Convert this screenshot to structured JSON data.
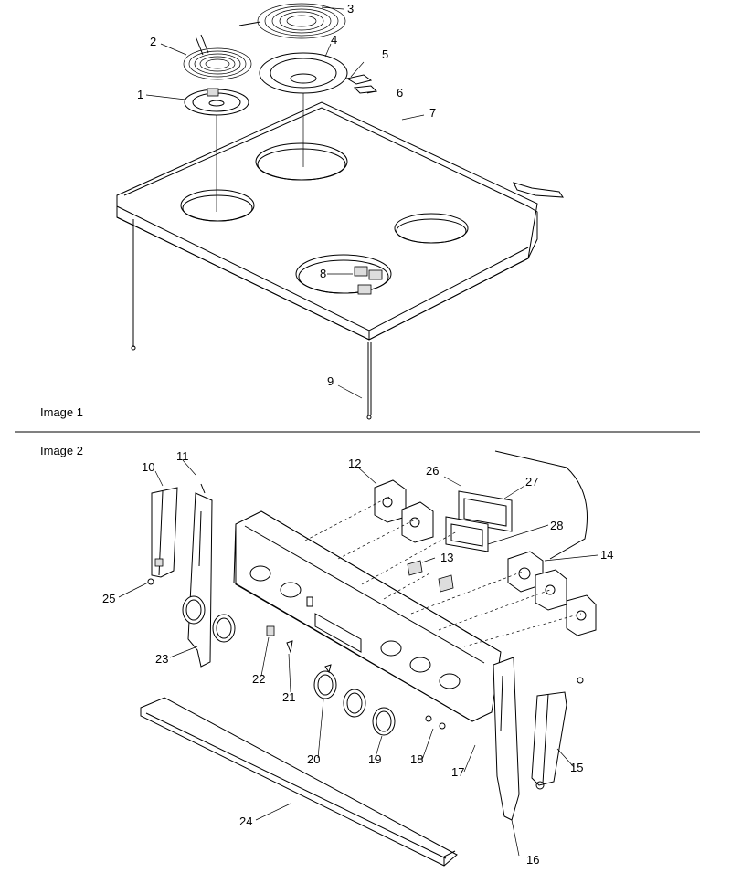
{
  "sections": [
    {
      "title": "Image 1"
    },
    {
      "title": "Image 2"
    }
  ],
  "callouts": [
    "1",
    "2",
    "3",
    "4",
    "5",
    "6",
    "7",
    "8",
    "9",
    "10",
    "11",
    "12",
    "13",
    "14",
    "15",
    "16",
    "17",
    "18",
    "19",
    "20",
    "21",
    "22",
    "23",
    "24",
    "25",
    "26",
    "27",
    "28"
  ]
}
